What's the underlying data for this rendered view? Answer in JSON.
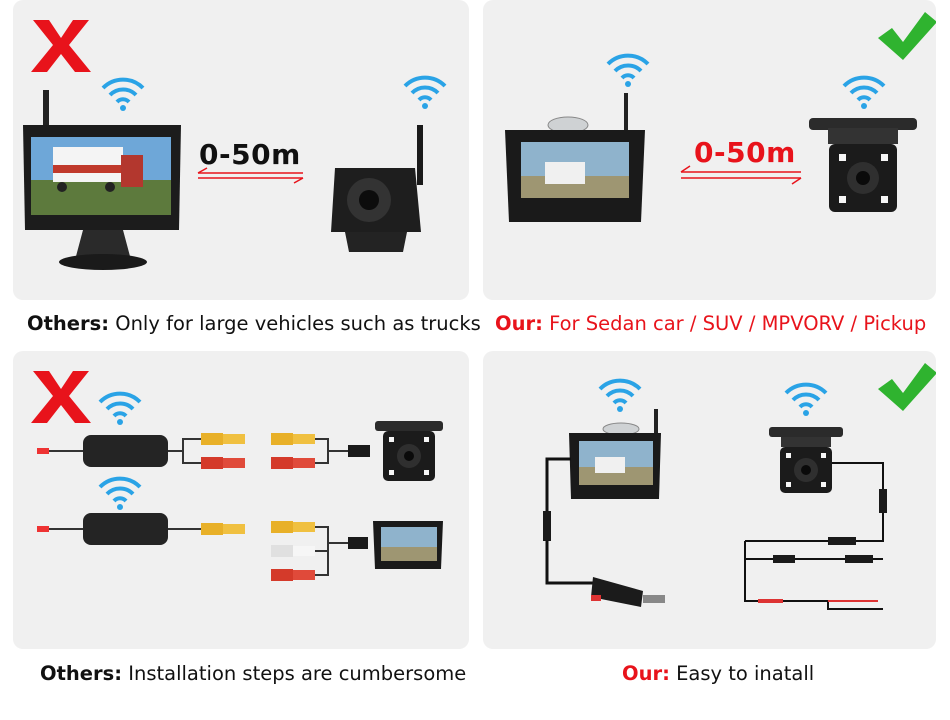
{
  "panels": {
    "others_wireless": {
      "distance": "0-50m",
      "mark": "X"
    },
    "our_wireless": {
      "distance": "0-50m",
      "mark": "check"
    },
    "others_install": {
      "mark": "X"
    },
    "our_install": {
      "mark": "check"
    }
  },
  "captions": {
    "top_left": {
      "prefix": "Others:",
      "text": " Only for large vehicles such as trucks"
    },
    "top_right": {
      "prefix": "Our:",
      "text": " For Sedan car / SUV / MPVORV / Pickup"
    },
    "bottom_left": {
      "prefix": "Others:",
      "text": " Installation steps are cumbersome"
    },
    "bottom_right": {
      "prefix": "Our:",
      "text": " Easy to inatall"
    }
  },
  "colors": {
    "cross": "#e8131b",
    "check": "#2fb32f",
    "wifi": "#2aa3e6",
    "red_text": "#e8131b",
    "panel_bg": "#f0f0f0"
  },
  "icons": [
    "cross-icon",
    "check-icon",
    "wifi-icon",
    "monitor",
    "camera",
    "wireless-transmitter",
    "rca-connector",
    "car-charger"
  ]
}
